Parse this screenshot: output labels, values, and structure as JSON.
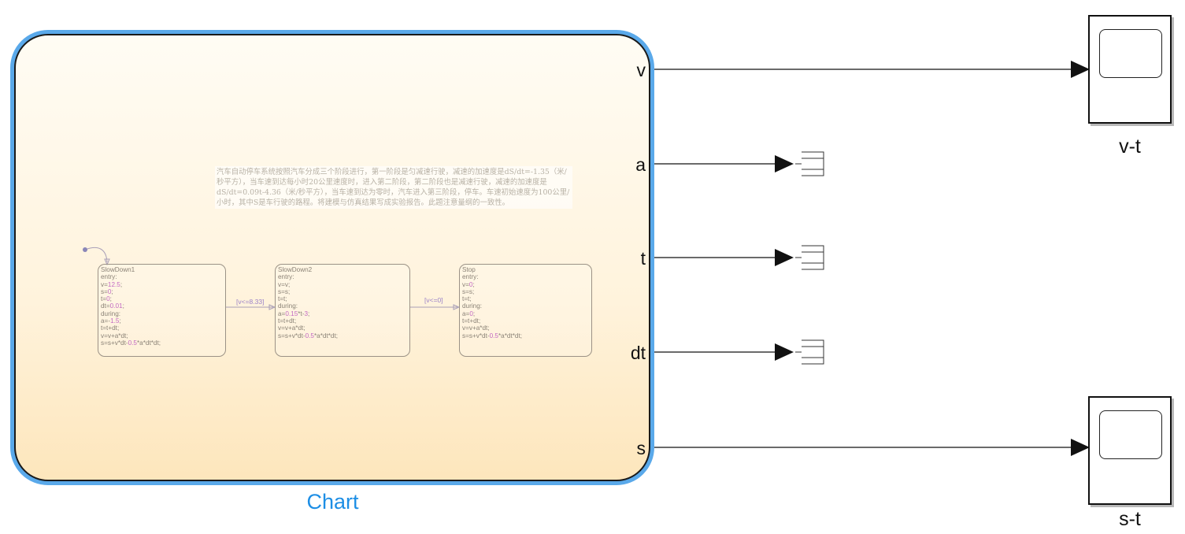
{
  "chart": {
    "title": "Chart",
    "ports": [
      "v",
      "a",
      "t",
      "dt",
      "s"
    ],
    "description": "汽车自动停车系统按照汽车分成三个阶段进行，第一阶段是匀减速行驶，减速的加速度是dS/dt=-1.35（米/秒平方），当车速到达每小时20公里速度时，进入第二阶段，第二阶段也是减速行驶，减速的加速度是dS/dt=0.09t-4.36（米/秒平方），当车速到达为零时，汽车进入第三阶段，停车。车速初始速度为100公里/小时，其中S是车行驶的路程。将建模与仿真结果写成实验报告。此题注意量纲的一致性。",
    "states": [
      {
        "name": "SlowDown1",
        "lines": [
          "entry:",
          "v=12.5;",
          "s=0;",
          "t=0;",
          "dt=0.01;",
          "during:",
          "a=-1.5;",
          "t=t+dt;",
          "v=v+a*dt;",
          "s=s+v*dt-0.5*a*dt*dt;"
        ]
      },
      {
        "name": "SlowDown2",
        "lines": [
          "entry:",
          "v=v;",
          "s=s;",
          "t=t;",
          "during:",
          "a=0.15*t-3;",
          "t=t+dt;",
          "v=v+a*dt;",
          "s=s+v*dt-0.5*a*dt*dt;"
        ]
      },
      {
        "name": "Stop",
        "lines": [
          "entry:",
          "v=0;",
          "s=s;",
          "t=t;",
          "during:",
          "a=0;",
          "t=t+dt;",
          "v=v+a*dt;",
          "s=s+v*dt-0.5*a*dt*dt;"
        ]
      }
    ],
    "transitions": [
      "[v<=8.33]",
      "[v<=0]"
    ]
  },
  "scopes": {
    "vt": "v-t",
    "st": "s-t"
  },
  "colors": {
    "chart_border": "#5aa9ea",
    "chart_title": "#1d8ee5",
    "chart_fill": "#fff3dc",
    "numeric_literal": "#c36ac3",
    "transition_label": "#9b82c8"
  }
}
